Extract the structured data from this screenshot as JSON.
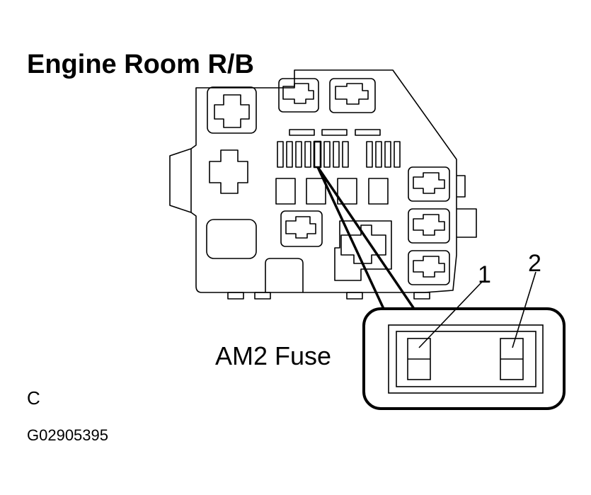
{
  "title": "Engine Room R/B",
  "callout": {
    "fuse_label": "AM2 Fuse",
    "terminal_1": "1",
    "terminal_2": "2"
  },
  "code": "C",
  "figure_id": "G02905395",
  "colors": {
    "line": "#000000",
    "background": "#ffffff"
  }
}
